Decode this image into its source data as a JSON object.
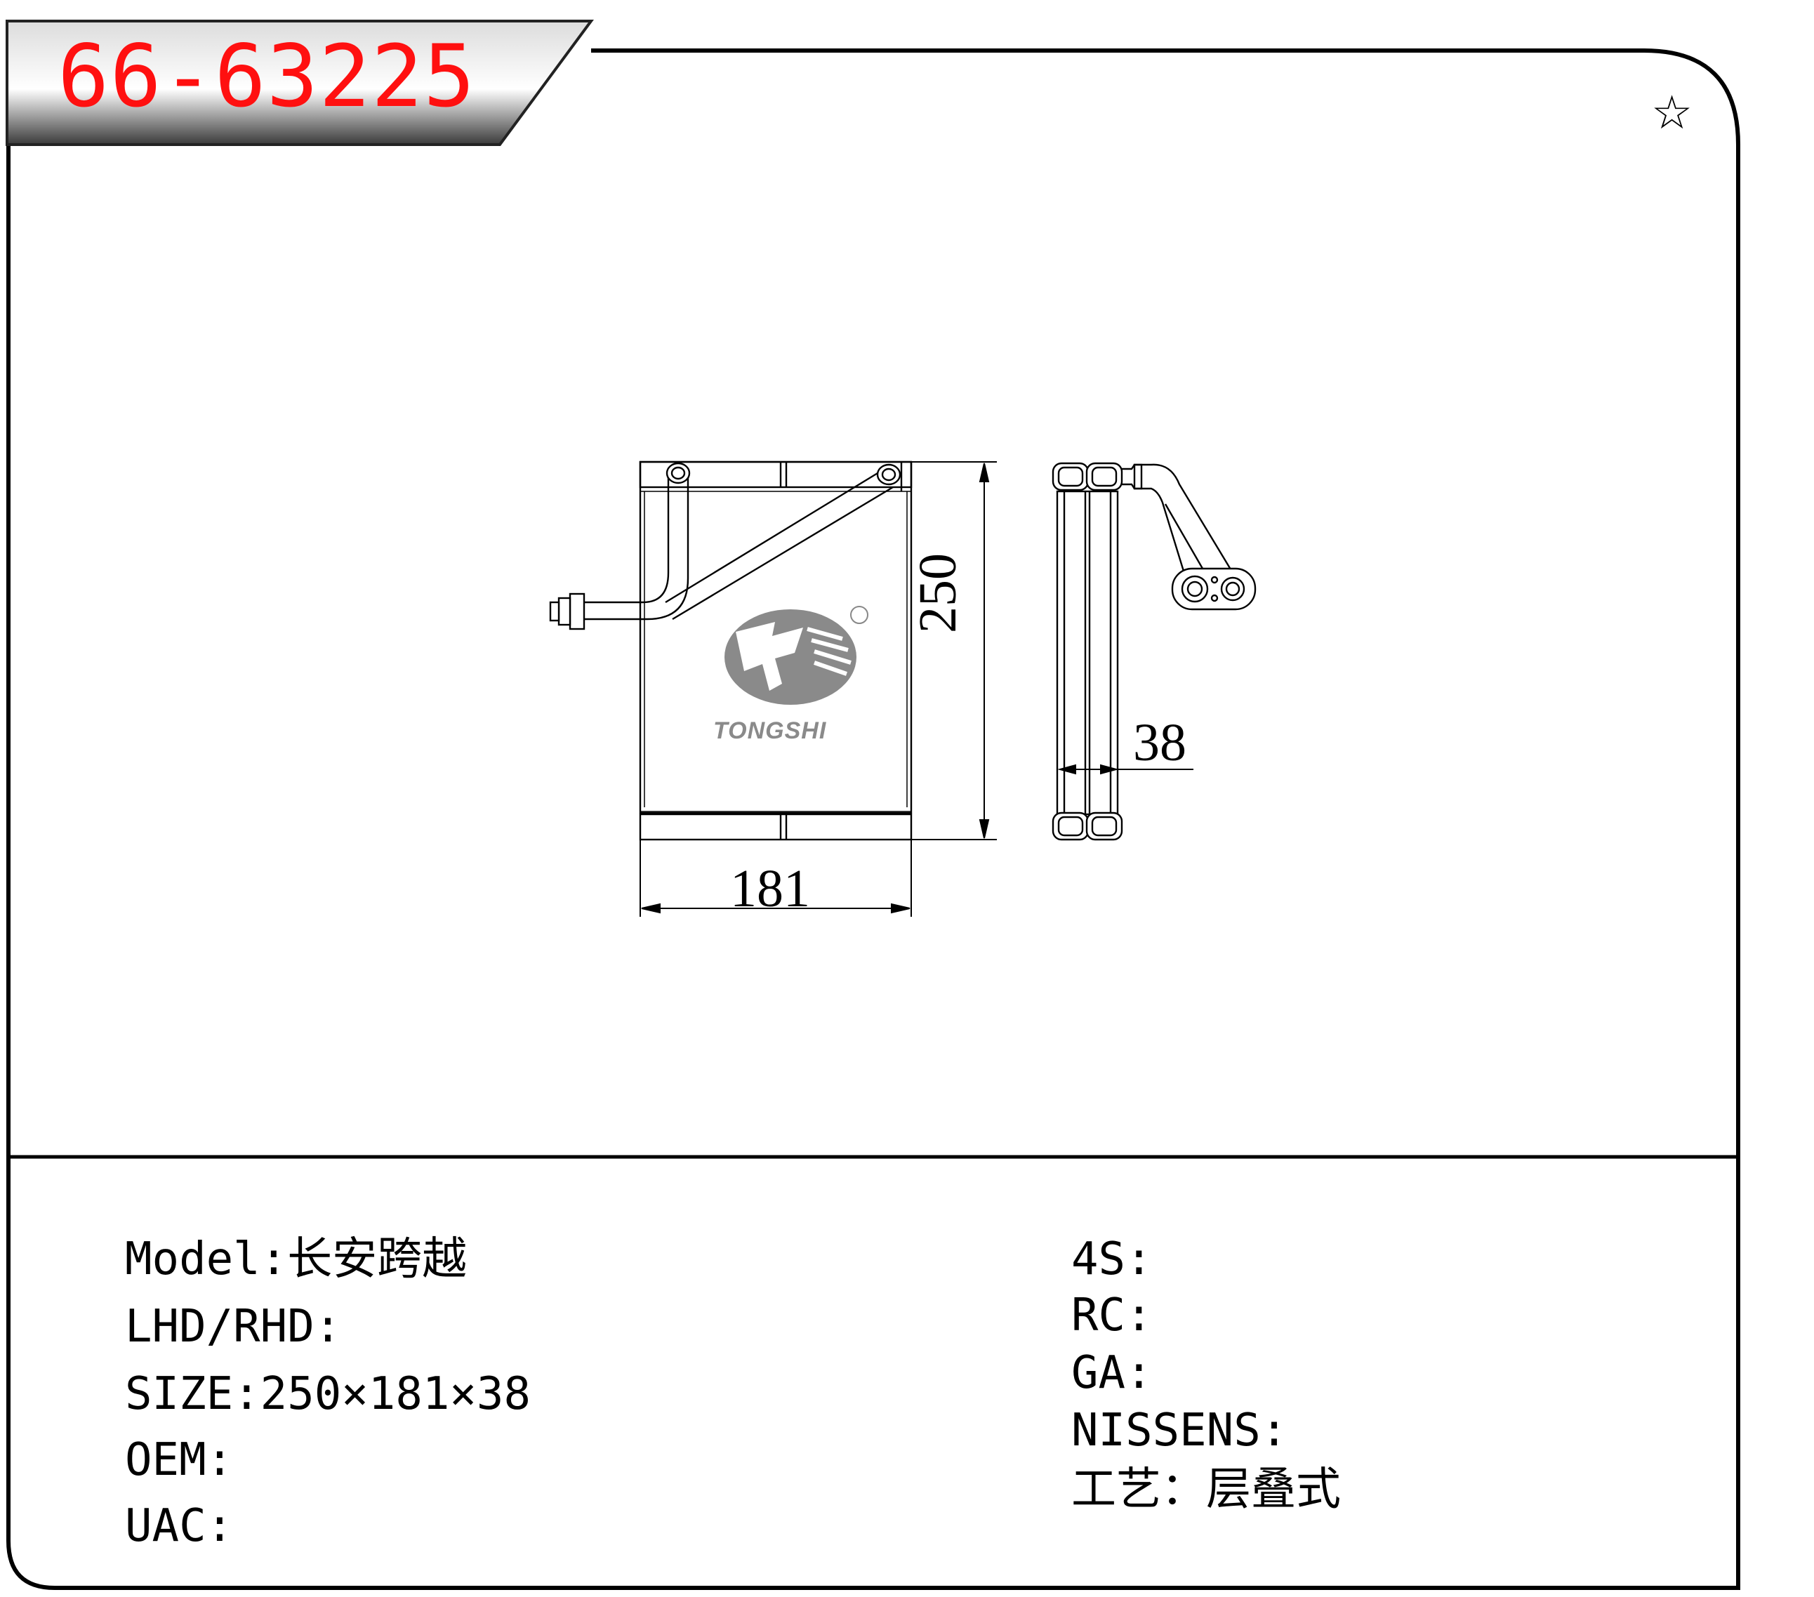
{
  "part_number": "66-63225",
  "badge_icon": "star-outline-icon",
  "brand_logo": "TONGSHI",
  "drawing": {
    "front_view": {
      "height_label": "250",
      "width_label": "181"
    },
    "side_view": {
      "depth_label": "38"
    }
  },
  "specs_left": [
    {
      "label": "Model",
      "sep": ":",
      "value": "长安跨越"
    },
    {
      "label": "LHD/RHD",
      "sep": ":",
      "value": ""
    },
    {
      "label": "SIZE",
      "sep": ":",
      "value": "250×181×38"
    },
    {
      "label": "OEM",
      "sep": ":",
      "value": ""
    },
    {
      "label": "UAC",
      "sep": ":",
      "value": ""
    }
  ],
  "specs_right": [
    {
      "label": "4S",
      "sep": ":",
      "value": ""
    },
    {
      "label": "RC",
      "sep": ":",
      "value": ""
    },
    {
      "label": "GA",
      "sep": ":",
      "value": ""
    },
    {
      "label": "NISSENS",
      "sep": ":",
      "value": ""
    },
    {
      "label": "工艺",
      "sep": "：",
      "value": "层叠式"
    }
  ]
}
